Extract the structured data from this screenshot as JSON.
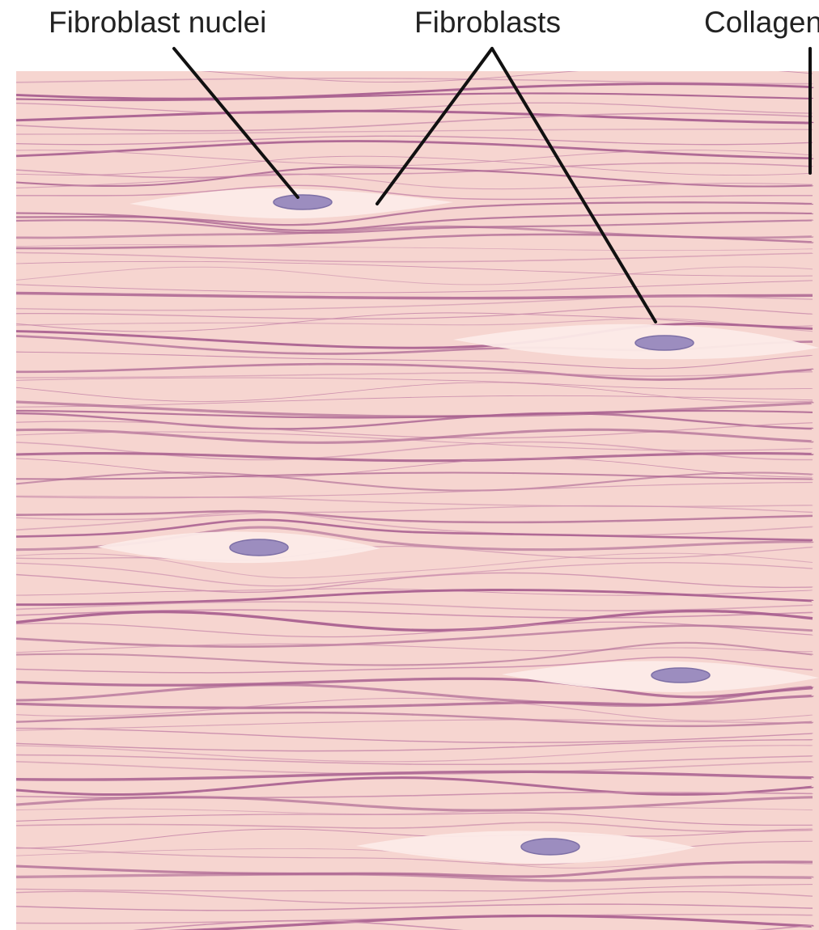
{
  "labels": {
    "fibroblast_nuclei": "Fibroblast nuclei",
    "fibroblasts": "Fibroblasts",
    "collagen": "Collagen"
  },
  "colors": {
    "background": "#ffffff",
    "tissue": "#f6d5d0",
    "fiber_light": "#c98bab",
    "fiber_dark": "#a85f8f",
    "cell_body": "#fcebe8",
    "nucleus": "#9c8dbf",
    "nucleus_edge": "#7d6fa6",
    "leader_line": "#111111"
  },
  "icons": {
    "nucleus": "purple-ellipse",
    "cell": "pale-spindle"
  }
}
